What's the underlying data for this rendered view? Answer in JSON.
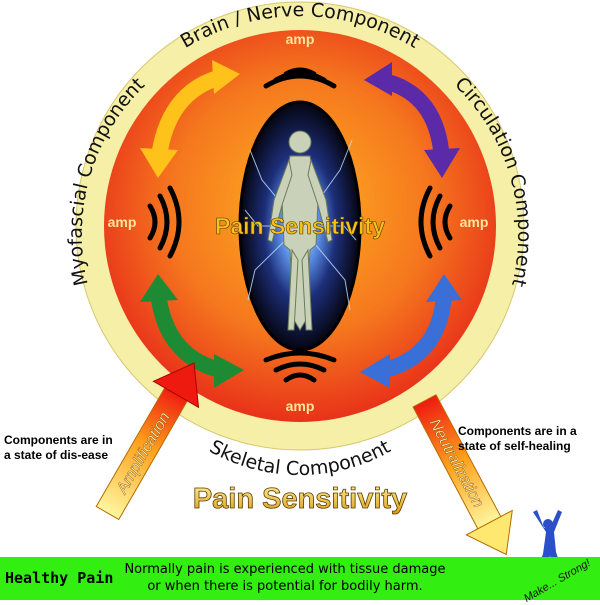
{
  "title": "Pain Sensitivity",
  "center_label": "Pain Sensitivity",
  "components": {
    "top": "Brain / Nerve Component",
    "right": "Circulation Component",
    "bottom": "Skeletal Component",
    "left": "Myofascial Component"
  },
  "amp_label": "amp",
  "arrows": {
    "left": "Amplification",
    "right": "Neutralization"
  },
  "notes": {
    "left": [
      "Components are in",
      "a state of dis-ease"
    ],
    "right": [
      "Components are in a",
      "state of self-healing"
    ]
  },
  "footer": {
    "healthy_pain": "Healthy Pain",
    "description": [
      "Normally pain is experienced with tissue damage",
      "or when there is potential for bodily harm."
    ],
    "brand": "Make... Strong!"
  },
  "colors": {
    "ring": "#f5efa8",
    "disc_inner": "#ffb020",
    "disc_outer": "#e8321a",
    "footer_bar": "#33ee11",
    "arrow_yellow": "#ffc21a",
    "arrow_purple": "#5b2aa8",
    "arrow_green": "#1f8a34",
    "arrow_blue": "#3a6fd8"
  }
}
